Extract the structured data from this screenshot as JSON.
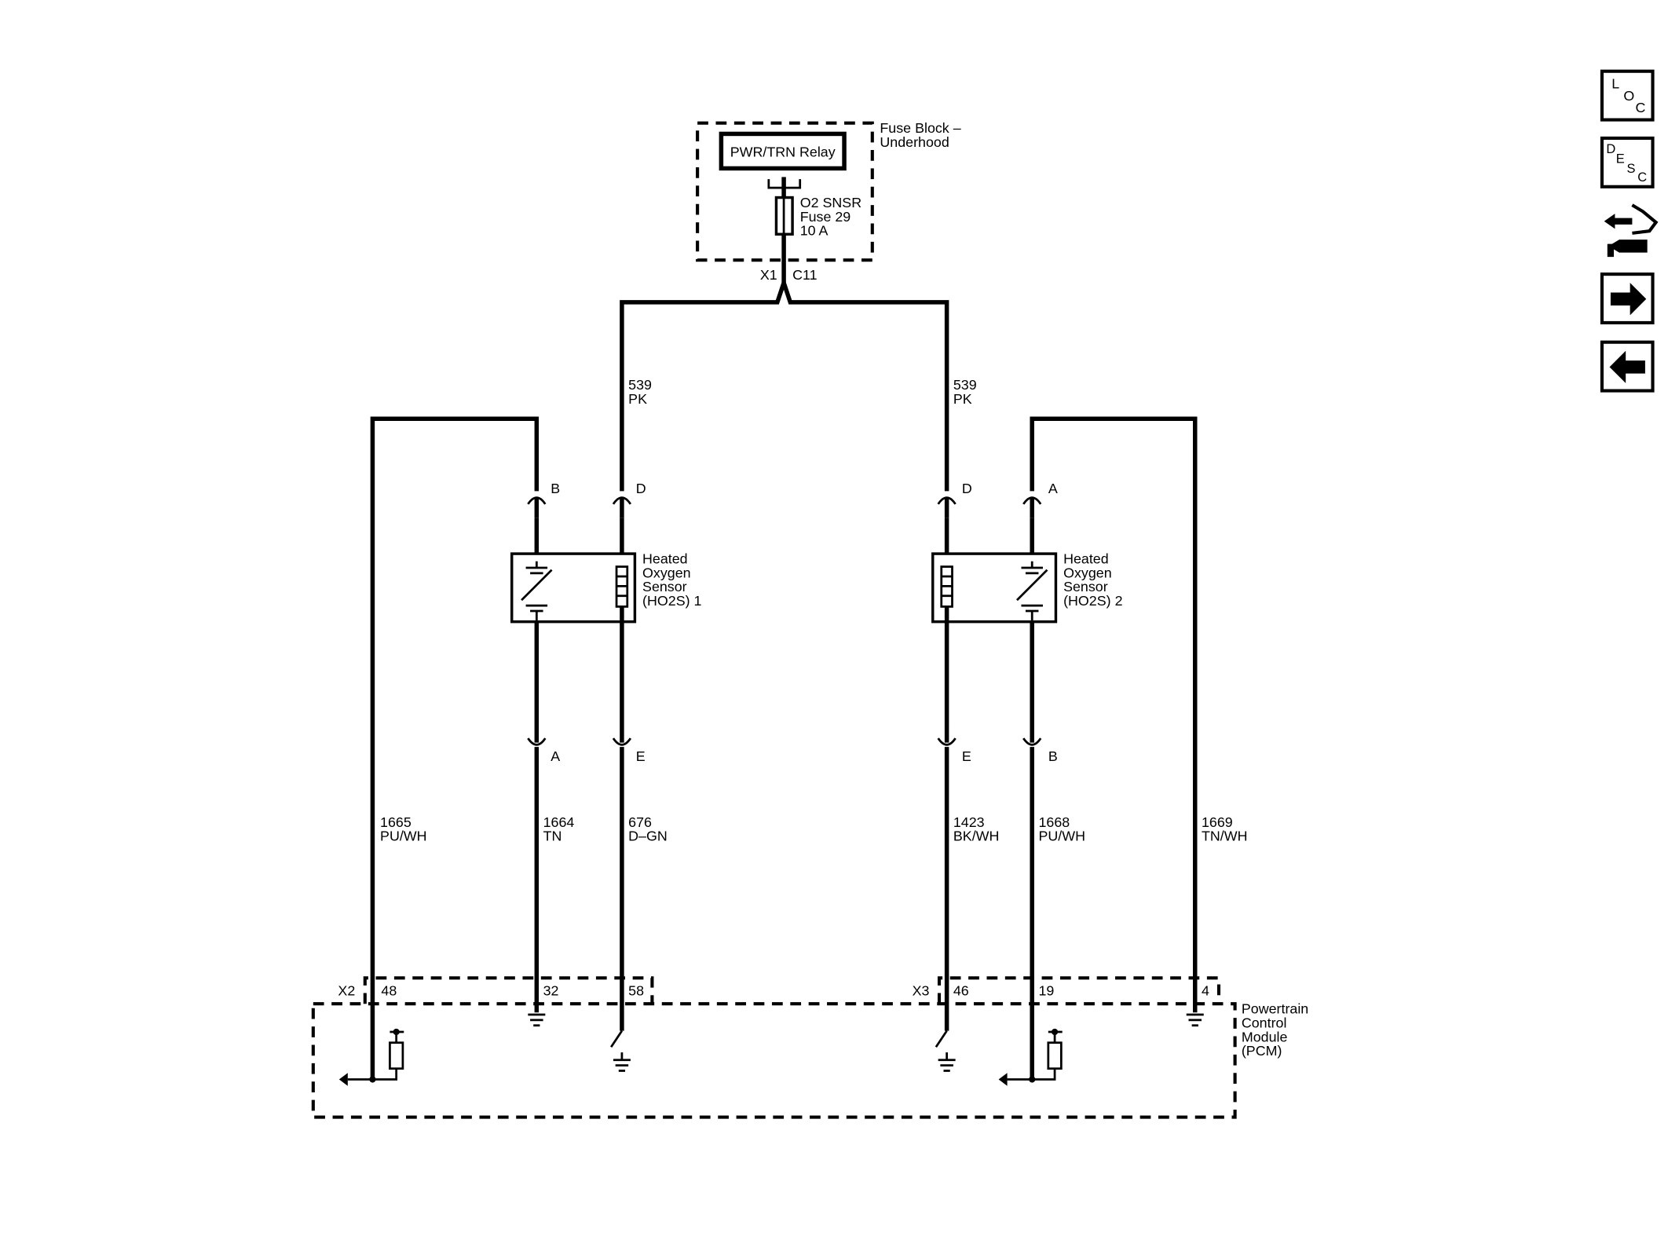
{
  "fuse_block": {
    "title_line1": "Fuse Block –",
    "title_line2": "Underhood",
    "relay_label": "PWR/TRN Relay",
    "fuse_line1": "O2 SNSR",
    "fuse_line2": "Fuse 29",
    "fuse_line3": "10 A",
    "connector_x1": "X1",
    "connector_c11": "C11"
  },
  "wires_upper": {
    "left_circuit": "539",
    "left_color": "PK",
    "right_circuit": "539",
    "right_color": "PK"
  },
  "sensor1": {
    "line1": "Heated",
    "line2": "Oxygen",
    "line3": "Sensor",
    "line4": "(HO2S) 1",
    "pin_top_left": "B",
    "pin_top_right": "D",
    "pin_bottom_left": "A",
    "pin_bottom_right": "E"
  },
  "sensor2": {
    "line1": "Heated",
    "line2": "Oxygen",
    "line3": "Sensor",
    "line4": "(HO2S) 2",
    "pin_top_left": "D",
    "pin_top_right": "A",
    "pin_bottom_left": "E",
    "pin_bottom_right": "B"
  },
  "wires_lower": [
    {
      "circuit": "1665",
      "color": "PU/WH"
    },
    {
      "circuit": "1664",
      "color": "TN"
    },
    {
      "circuit": "676",
      "color": "D–GN"
    },
    {
      "circuit": "1423",
      "color": "BK/WH"
    },
    {
      "circuit": "1668",
      "color": "PU/WH"
    },
    {
      "circuit": "1669",
      "color": "TN/WH"
    }
  ],
  "pcm": {
    "line1": "Powertrain",
    "line2": "Control",
    "line3": "Module",
    "line4": "(PCM)",
    "conn_x2": "X2",
    "conn_x3": "X3",
    "pins": [
      "48",
      "32",
      "58",
      "46",
      "19",
      "4"
    ]
  },
  "nav": {
    "loc_l": "L",
    "loc_o": "O",
    "loc_c": "C",
    "desc_d": "D",
    "desc_e": "E",
    "desc_s": "S",
    "desc_c": "C",
    "icons": [
      "loc-icon",
      "desc-icon",
      "connector-icon",
      "forward-arrow-icon",
      "back-arrow-icon"
    ]
  }
}
